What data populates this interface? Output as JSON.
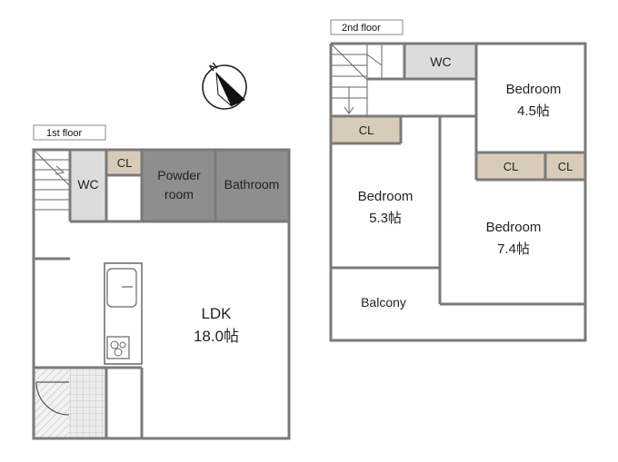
{
  "floors": {
    "first": {
      "tag": "1st floor",
      "rooms": {
        "wc": "WC",
        "cl": "CL",
        "powder_line1": "Powder",
        "powder_line2": "room",
        "bathroom": "Bathroom",
        "ldk_name": "LDK",
        "ldk_size": "18.0帖"
      }
    },
    "second": {
      "tag": "2nd floor",
      "rooms": {
        "wc": "WC",
        "cl_stair": "CL",
        "bed_a_name": "Bedroom",
        "bed_a_size": "4.5帖",
        "cl_left": "CL",
        "cl_right": "CL",
        "bed_b_name": "Bedroom",
        "bed_b_size": "5.3帖",
        "bed_c_name": "Bedroom",
        "bed_c_size": "7.4帖",
        "balcony": "Balcony"
      }
    }
  },
  "compass": {
    "letter": "N",
    "icon": "compass-north-icon"
  },
  "colors": {
    "wall": "#7a7a7a",
    "wc_fill": "#dcdcdc",
    "wet_fill": "#8e8e8e",
    "closet_fill": "#d8cbb8",
    "tile_fill": "#ececec"
  }
}
